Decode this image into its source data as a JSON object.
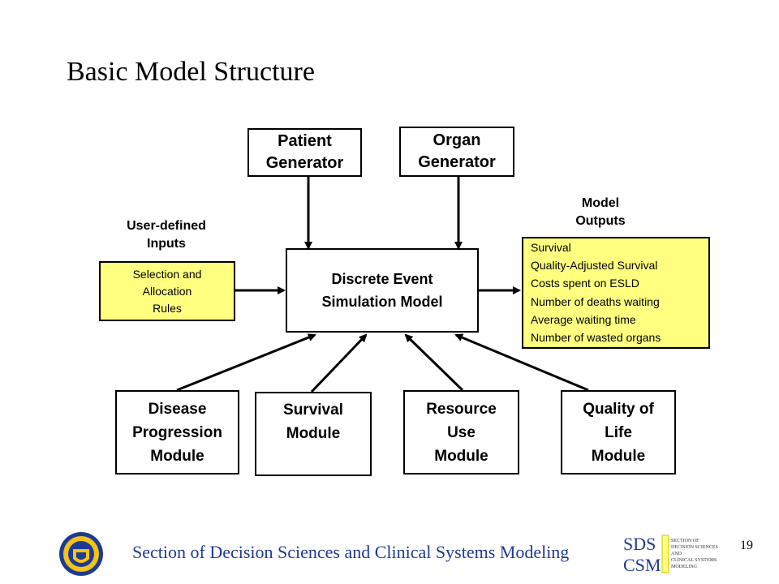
{
  "title": "Basic Model Structure",
  "patient_generator": [
    "Patient",
    "Generator"
  ],
  "organ_generator": [
    "Organ",
    "Generator"
  ],
  "user_inputs_label": [
    "User-defined",
    "Inputs"
  ],
  "selection_rules": [
    "Selection and",
    "Allocation",
    "Rules"
  ],
  "simulation_model": [
    "Discrete Event",
    "Simulation Model"
  ],
  "model_outputs_label": [
    "Model",
    "Outputs"
  ],
  "model_outputs": [
    "Survival",
    "Quality-Adjusted Survival",
    "Costs spent on ESLD",
    "Number of deaths waiting",
    "Average waiting time",
    "Number of wasted organs"
  ],
  "modules": {
    "disease": [
      "Disease",
      "Progression",
      "Module"
    ],
    "survival": [
      "Survival",
      "Module"
    ],
    "resource": [
      "Resource",
      "Use",
      "Module"
    ],
    "quality": [
      "Quality of",
      "Life",
      "Module"
    ]
  },
  "footer": {
    "text": "Section of Decision Sciences and Clinical Systems Modeling",
    "page_number": "19",
    "logo_top": "SDS",
    "logo_bottom": "CSM",
    "logo_side": [
      "SECTION OF",
      "DECISION SCIENCES",
      "AND",
      "CLINICAL SYSTEMS",
      "MODELING"
    ],
    "text_color": "#1f3a93",
    "accent_color": "#ffff80"
  }
}
